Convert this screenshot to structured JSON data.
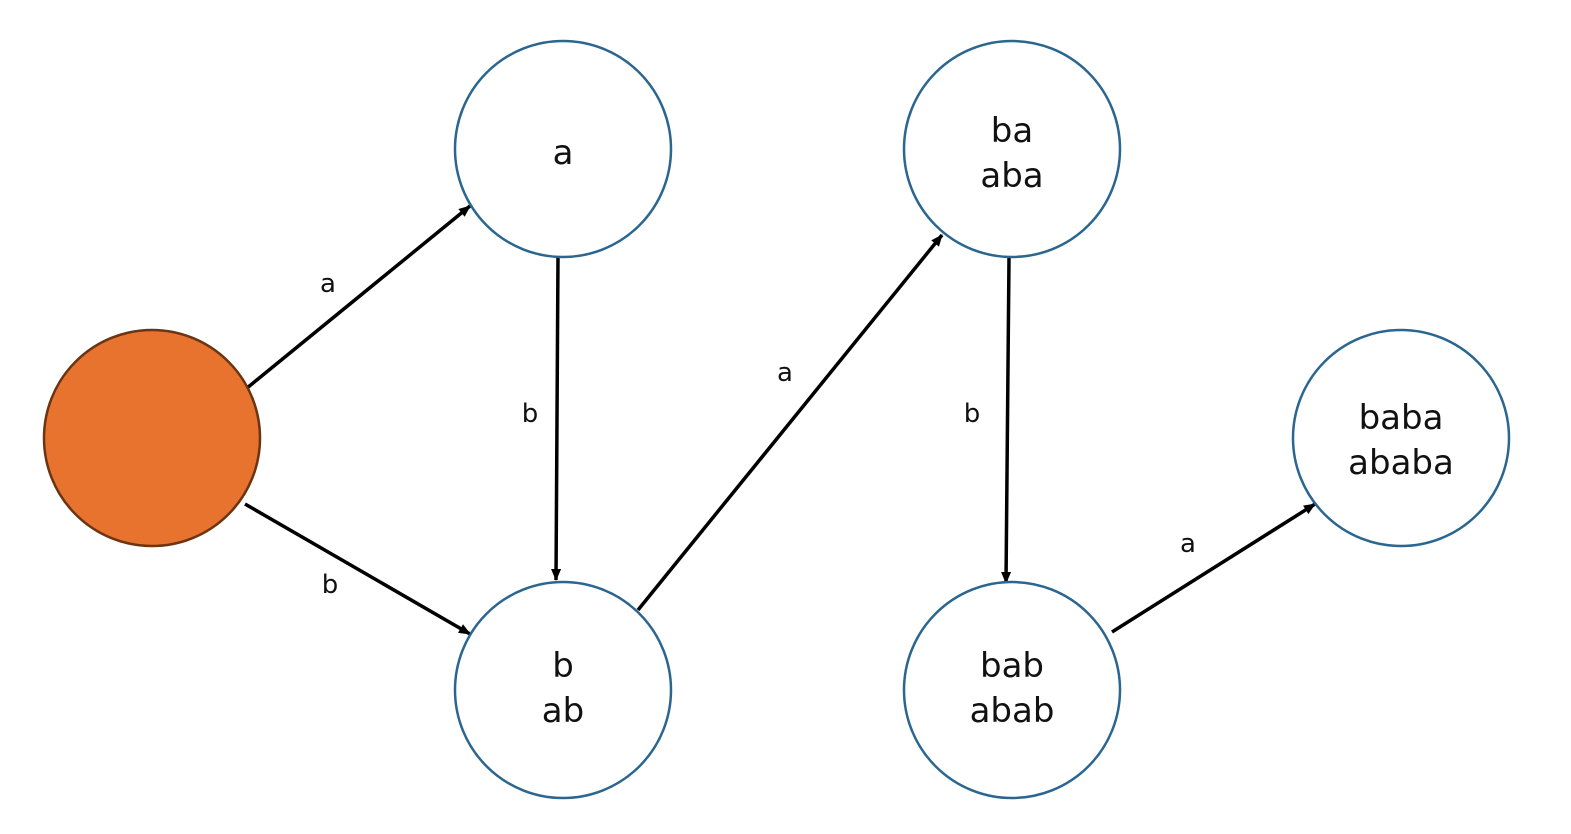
{
  "colors": {
    "start_fill": "#e8732f",
    "start_stroke": "#6b3413",
    "state_fill": "#ffffff",
    "state_stroke": "#2a6690",
    "edge": "#000000",
    "text": "#111111"
  },
  "states": {
    "start": {
      "lines": []
    },
    "a": {
      "lines": [
        "a"
      ]
    },
    "b_ab": {
      "lines": [
        "b",
        "ab"
      ]
    },
    "ba_aba": {
      "lines": [
        "ba",
        "aba"
      ]
    },
    "bab_abab": {
      "lines": [
        "bab",
        "abab"
      ]
    },
    "baba_ababa": {
      "lines": [
        "baba",
        "ababa"
      ]
    }
  },
  "transitions": [
    {
      "from": "start",
      "to": "a",
      "symbol": "a"
    },
    {
      "from": "start",
      "to": "b_ab",
      "symbol": "b"
    },
    {
      "from": "a",
      "to": "b_ab",
      "symbol": "b"
    },
    {
      "from": "b_ab",
      "to": "ba_aba",
      "symbol": "a"
    },
    {
      "from": "ba_aba",
      "to": "bab_abab",
      "symbol": "b"
    },
    {
      "from": "bab_abab",
      "to": "baba_ababa",
      "symbol": "a"
    }
  ]
}
